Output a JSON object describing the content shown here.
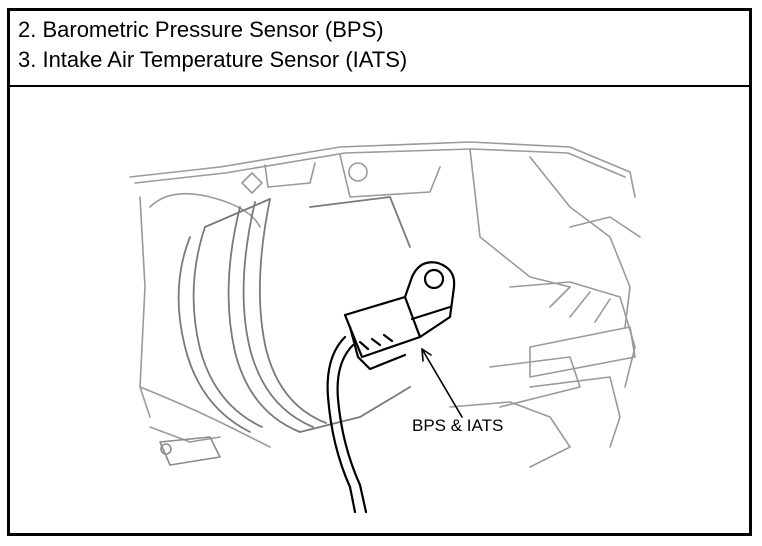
{
  "header": {
    "line_2": "2. Barometric Pressure Sensor (BPS)",
    "line_3": "3. Intake Air Temperature Sensor (IATS)"
  },
  "figure": {
    "callout_label": "BPS & IATS"
  }
}
